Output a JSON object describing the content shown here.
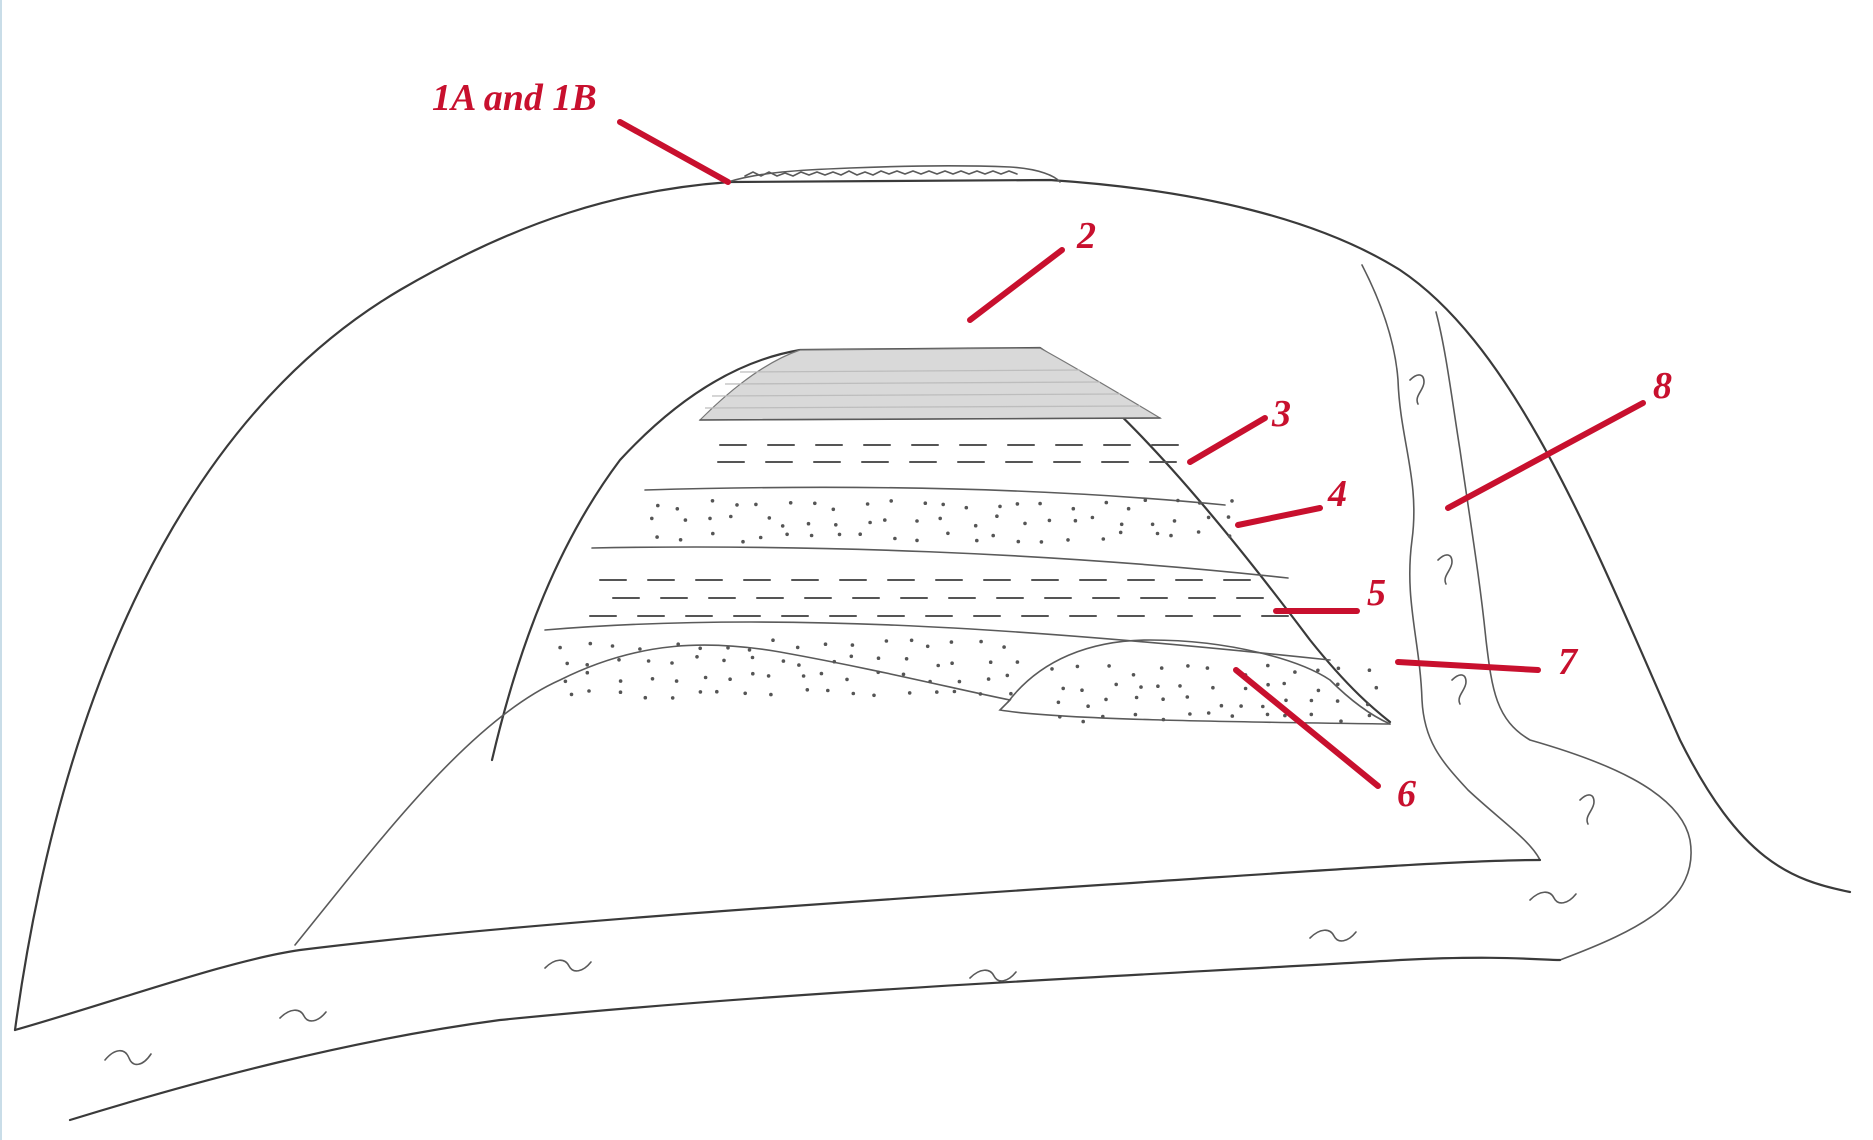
{
  "diagram": {
    "accent_color": "#c8102e",
    "line_color": "#3a3a3a",
    "labels": [
      {
        "id": "1ab",
        "text": "1A and 1B"
      },
      {
        "id": "2",
        "text": "2"
      },
      {
        "id": "3",
        "text": "3"
      },
      {
        "id": "4",
        "text": "4"
      },
      {
        "id": "5",
        "text": "5"
      },
      {
        "id": "6",
        "text": "6"
      },
      {
        "id": "7",
        "text": "7"
      },
      {
        "id": "8",
        "text": "8"
      }
    ]
  }
}
